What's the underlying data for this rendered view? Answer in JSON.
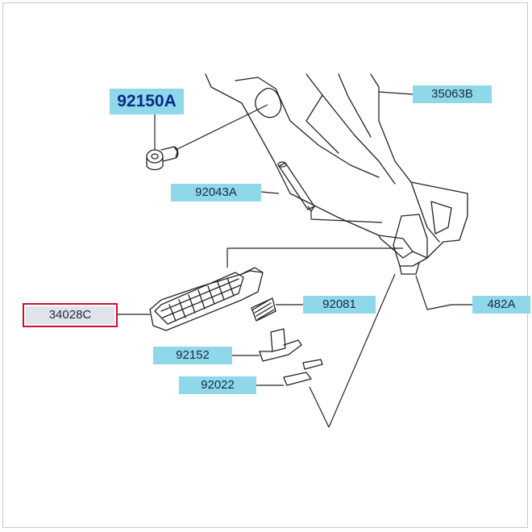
{
  "labels": {
    "l_92150A": "92150A",
    "l_35063B": "35063B",
    "l_92043A": "92043A",
    "l_92081": "92081",
    "l_482A": "482A",
    "l_34028C": "34028C",
    "l_92152": "92152",
    "l_92022": "92022"
  },
  "colors": {
    "label_bg": "#8fd8ea",
    "label_text": "#1a2a44",
    "selected_outline": "#c8102e",
    "line": "#222222"
  }
}
